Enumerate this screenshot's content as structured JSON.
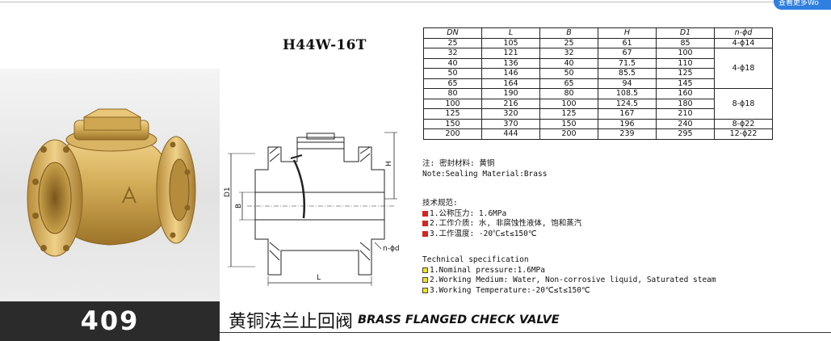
{
  "corner_badge": "查看更多Wo",
  "model": "H44W-16T",
  "table": {
    "headers": [
      "DN",
      "L",
      "B",
      "H",
      "D1",
      "n-ϕd"
    ],
    "rows": [
      [
        "25",
        "105",
        "25",
        "61",
        "85"
      ],
      [
        "32",
        "121",
        "32",
        "67",
        "100"
      ],
      [
        "40",
        "136",
        "40",
        "71.5",
        "110"
      ],
      [
        "50",
        "146",
        "50",
        "85.5",
        "125"
      ],
      [
        "65",
        "164",
        "65",
        "94",
        "145"
      ],
      [
        "80",
        "190",
        "80",
        "108.5",
        "160"
      ],
      [
        "100",
        "216",
        "100",
        "124.5",
        "180"
      ],
      [
        "125",
        "320",
        "125",
        "167",
        "210"
      ],
      [
        "150",
        "370",
        "150",
        "196",
        "240"
      ],
      [
        "200",
        "444",
        "200",
        "239",
        "295"
      ]
    ],
    "bolt_groups": [
      {
        "value": "4-ϕ14",
        "rows": 1
      },
      {
        "value": "4-ϕ18",
        "rows": 4
      },
      {
        "value": "8-ϕ18",
        "rows": 3
      },
      {
        "value": "8-ϕ22",
        "rows": 1
      },
      {
        "value": "12-ϕ22",
        "rows": 1
      }
    ]
  },
  "drawing": {
    "label_h": "H",
    "label_d1": "D1",
    "label_b": "B",
    "label_nd": "n-ϕd",
    "label_l": "L"
  },
  "note": {
    "cn": "注: 密封材料: 黄铜",
    "en": "Note:Sealing Material:Brass"
  },
  "tech_cn": {
    "title": "技术规范:",
    "items": [
      "1.公称压力: 1.6MPa",
      "2.工作介质: 水, 非腐蚀性液体, 饱和蒸汽",
      "3.工作温度: -20℃≤t≤150℃"
    ]
  },
  "tech_en": {
    "title": "Technical specification",
    "items": [
      "1.Nominal pressure:1.6MPa",
      "2.Working Medium: Water, Non-corrosive liquid, Saturated steam",
      "3.Working Temperature:-20℃≤t≤150℃"
    ]
  },
  "footer": {
    "number": "409",
    "title_cn": "黄铜法兰止回阀",
    "title_en": "BRASS FLANGED CHECK VALVE"
  },
  "colors": {
    "brass": "#c9a24a",
    "footer_bg": "#2b2b2b",
    "marker_red": "#d8231e",
    "marker_yellow": "#f4e312"
  }
}
